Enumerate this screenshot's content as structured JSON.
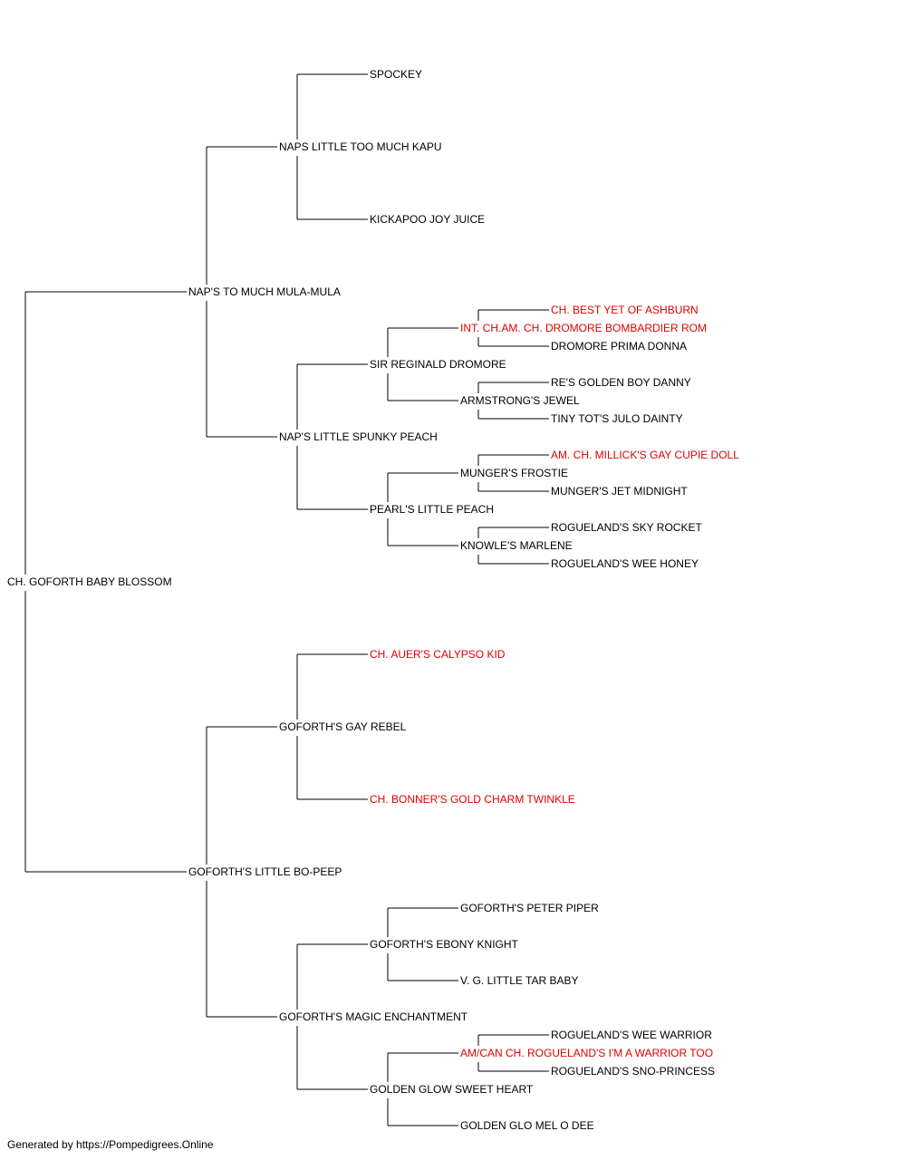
{
  "colors": {
    "champion": "#e00000",
    "normal": "#000000",
    "line": "#000000"
  },
  "footer": "Generated by https://Pompedigrees.Online",
  "root": {
    "name": "CH. GOFORTH BABY BLOSSOM",
    "champion": false,
    "sire": {
      "name": "NAP'S TO MUCH MULA-MULA",
      "champion": false,
      "sire": {
        "name": "NAPS LITTLE TOO MUCH KAPU",
        "champion": false,
        "sire": {
          "name": "SPOCKEY",
          "champion": false
        },
        "dam": {
          "name": "KICKAPOO JOY JUICE",
          "champion": false
        }
      },
      "dam": {
        "name": "NAP'S LITTLE SPUNKY PEACH",
        "champion": false,
        "sire": {
          "name": "SIR REGINALD DROMORE",
          "champion": false,
          "sire": {
            "name": "INT. CH.AM. CH. DROMORE BOMBARDIER ROM",
            "champion": true,
            "sire": {
              "name": "CH. BEST YET OF ASHBURN",
              "champion": true
            },
            "dam": {
              "name": "DROMORE PRIMA DONNA",
              "champion": false
            }
          },
          "dam": {
            "name": "ARMSTRONG'S JEWEL",
            "champion": false,
            "sire": {
              "name": "RE'S GOLDEN BOY DANNY",
              "champion": false
            },
            "dam": {
              "name": "TINY TOT'S JULO DAINTY",
              "champion": false
            }
          }
        },
        "dam": {
          "name": "PEARL'S LITTLE PEACH",
          "champion": false,
          "sire": {
            "name": "MUNGER'S FROSTIE",
            "champion": false,
            "sire": {
              "name": "AM. CH. MILLICK'S GAY CUPIE DOLL",
              "champion": true
            },
            "dam": {
              "name": "MUNGER'S JET MIDNIGHT",
              "champion": false
            }
          },
          "dam": {
            "name": "KNOWLE'S MARLENE",
            "champion": false,
            "sire": {
              "name": "ROGUELAND'S SKY ROCKET",
              "champion": false
            },
            "dam": {
              "name": "ROGUELAND'S WEE HONEY",
              "champion": false
            }
          }
        }
      }
    },
    "dam": {
      "name": "GOFORTH'S LITTLE BO-PEEP",
      "champion": false,
      "sire": {
        "name": "GOFORTH'S GAY REBEL",
        "champion": false,
        "sire": {
          "name": "CH. AUER'S CALYPSO KID",
          "champion": true
        },
        "dam": {
          "name": "CH. BONNER'S GOLD CHARM TWINKLE",
          "champion": true
        }
      },
      "dam": {
        "name": "GOFORTH'S MAGIC ENCHANTMENT",
        "champion": false,
        "sire": {
          "name": "GOFORTH'S EBONY KNIGHT",
          "champion": false,
          "sire": {
            "name": "GOFORTH'S PETER PIPER",
            "champion": false
          },
          "dam": {
            "name": "V. G. LITTLE TAR BABY",
            "champion": false
          }
        },
        "dam": {
          "name": "GOLDEN GLOW SWEET HEART",
          "champion": false,
          "sire": {
            "name": "AM/CAN CH. ROGUELAND'S I'M A WARRIOR TOO",
            "champion": true,
            "sire": {
              "name": "ROGUELAND'S WEE WARRIOR",
              "champion": false
            },
            "dam": {
              "name": "ROGUELAND'S SNO-PRINCESS",
              "champion": false
            }
          },
          "dam": {
            "name": "GOLDEN GLO MEL O DEE",
            "champion": false
          }
        }
      }
    }
  }
}
